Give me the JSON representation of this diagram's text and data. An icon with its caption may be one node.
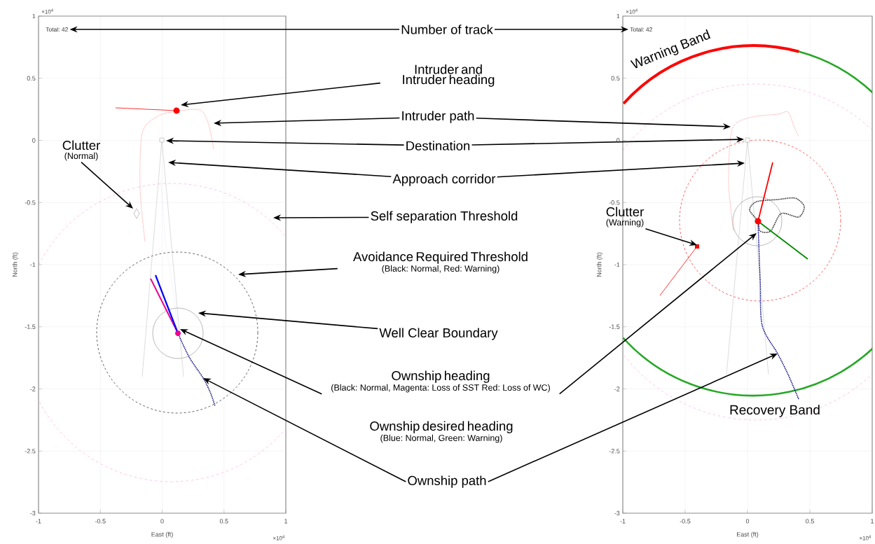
{
  "diagram": {
    "nodes": [
      {
        "text": [
          "Number of track"
        ]
      },
      {
        "text": [
          "Intruder and Intruder heading"
        ]
      },
      {
        "text": [
          "Intruder path"
        ]
      },
      {
        "text": [
          "Destination"
        ]
      },
      {
        "text": [
          "Approach corridor"
        ]
      },
      {
        "text": [
          "Self separation Threshold"
        ]
      },
      {
        "text": [
          "Avoidance Required Threshold",
          "(Black: Normal, Red: Warning)"
        ]
      },
      {
        "text": [
          "Well Clear Boundary"
        ]
      },
      {
        "text": [
          "Ownship heading",
          "(Black: Normal, Magenta: Loss of SST Red: Loss of WC)"
        ]
      },
      {
        "text": [
          "Ownship desired heading",
          "(Blue: Normal, Green: Warning)"
        ]
      },
      {
        "text": [
          "Ownship path"
        ]
      },
      {
        "text": [
          "Clutter",
          "(Normal)"
        ]
      },
      {
        "text": [
          "Clutter",
          "(Warning)"
        ]
      },
      {
        "text": [
          "Total: 42"
        ]
      },
      {
        "text": [
          "Total: 42"
        ]
      }
    ],
    "edges": [
      {
        "from": 0,
        "to": 13,
        "arrow": "to"
      },
      {
        "from": 0,
        "to": 14,
        "arrow": "to"
      },
      {
        "from": 1,
        "to": null,
        "arrow": "to"
      },
      {
        "from": 2,
        "to": null,
        "arrow": "to"
      },
      {
        "from": 2,
        "to": null,
        "arrow": "to"
      },
      {
        "from": 3,
        "to": null,
        "arrow": "to"
      },
      {
        "from": 3,
        "to": null,
        "arrow": "to"
      },
      {
        "from": 4,
        "to": null,
        "arrow": "to"
      },
      {
        "from": 4,
        "to": null,
        "arrow": "to"
      },
      {
        "from": 5,
        "to": null,
        "arrow": "to"
      },
      {
        "from": 6,
        "to": null,
        "arrow": "to"
      },
      {
        "from": 7,
        "to": null,
        "arrow": "to"
      },
      {
        "from": 8,
        "to": null,
        "arrow": "to"
      },
      {
        "from": 8,
        "to": null,
        "arrow": "to"
      },
      {
        "from": 10,
        "to": null,
        "arrow": "to"
      },
      {
        "from": 10,
        "to": null,
        "arrow": "to"
      },
      {
        "from": 11,
        "to": null,
        "arrow": "to"
      },
      {
        "from": 12,
        "to": null,
        "arrow": "to"
      }
    ],
    "labels": [
      "×10$^{4}$",
      "1",
      "0.5",
      "0",
      "-0.5",
      "-1",
      "-1.5",
      "-2",
      "-2.5",
      "-3",
      "-1",
      "-0.5",
      "0",
      "0.5",
      "1",
      "East (ft)",
      "North (ft)",
      "×10$^{4}$",
      "×10$^{4}$",
      "1",
      "0.5",
      "0",
      "-0.5",
      "-1",
      "-1.5",
      "-2",
      "-2.5",
      "-3",
      "-1",
      "-0.5",
      "0",
      "0.5",
      "1",
      "East (ft)",
      "North (ft)",
      "×10$^{4}$",
      "Warning Band",
      "Recovery Band"
    ]
  }
}
